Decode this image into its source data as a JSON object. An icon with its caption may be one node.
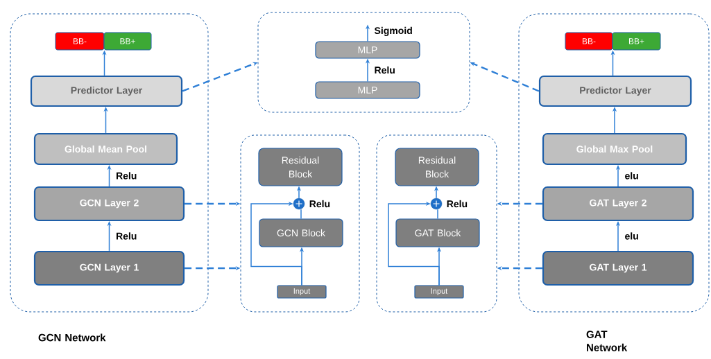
{
  "diagram": {
    "nodes": [
      {
        "text": [
          "GCN Network"
        ]
      },
      {
        "text": [
          "BB-"
        ],
        "in": 0
      },
      {
        "text": [
          "BB+"
        ],
        "in": 0
      },
      {
        "text": [
          "Predictor Layer"
        ],
        "in": 0
      },
      {
        "text": [
          "Global Mean Pool"
        ],
        "in": 0
      },
      {
        "text": [
          "GCN Layer 2"
        ],
        "in": 0
      },
      {
        "text": [
          "GCN Layer 1"
        ],
        "in": 0
      },
      {
        "text": [],
        "shape": "box"
      },
      {
        "text": [
          "MLP"
        ],
        "in": 7
      },
      {
        "text": [
          "MLP"
        ],
        "in": 7
      },
      {
        "text": [],
        "shape": "box"
      },
      {
        "text": [
          "Residual Block"
        ],
        "in": 10
      },
      {
        "text": [],
        "shape": "circle",
        "in": 10,
        "beside": [
          "Relu"
        ]
      },
      {
        "text": [
          "GCN Block"
        ],
        "in": 10
      },
      {
        "text": [
          "Input"
        ],
        "in": 10
      },
      {
        "text": [],
        "shape": "box"
      },
      {
        "text": [
          "Residual Block"
        ],
        "in": 15
      },
      {
        "text": [],
        "shape": "circle",
        "in": 15,
        "beside": [
          "Relu"
        ]
      },
      {
        "text": [
          "GAT Block"
        ],
        "in": 15
      },
      {
        "text": [
          "Input"
        ],
        "in": 15
      },
      {
        "text": [
          "GAT Network"
        ]
      },
      {
        "text": [
          "BB-"
        ],
        "in": 20
      },
      {
        "text": [
          "BB+"
        ],
        "in": 20
      },
      {
        "text": [
          "Predictor Layer"
        ],
        "in": 20
      },
      {
        "text": [
          "Global Max Pool"
        ],
        "in": 20
      },
      {
        "text": [
          "GAT Layer 2"
        ],
        "in": 20
      },
      {
        "text": [
          "GAT Layer 1"
        ],
        "in": 20
      }
    ],
    "edges": [
      {
        "from": 3,
        "to": 1,
        "arrow": "to"
      },
      {
        "from": 4,
        "to": 3,
        "arrow": "to"
      },
      {
        "from": 5,
        "to": 4,
        "arrow": "to",
        "label": "Relu"
      },
      {
        "from": 6,
        "to": 5,
        "arrow": "to",
        "label": "Relu"
      },
      {
        "from": 3,
        "to": 7,
        "arrow": "to",
        "style": "dashed"
      },
      {
        "from": 5,
        "to": 10,
        "arrow": "to",
        "style": "dashed"
      },
      {
        "from": 6,
        "to": 10,
        "arrow": "to",
        "style": "dashed"
      },
      {
        "from": 9,
        "to": 8,
        "arrow": "to",
        "label": "Relu"
      },
      {
        "from": 8,
        "to": null,
        "arrow": "to",
        "label": "Sigmoid"
      },
      {
        "from": 14,
        "to": 13,
        "arrow": "to"
      },
      {
        "from": 13,
        "to": 12,
        "arrow": "none"
      },
      {
        "from": 12,
        "to": 11,
        "arrow": "to"
      },
      {
        "from": 14,
        "to": 12,
        "arrow": "to"
      },
      {
        "from": 19,
        "to": 18,
        "arrow": "to"
      },
      {
        "from": 18,
        "to": 17,
        "arrow": "none"
      },
      {
        "from": 17,
        "to": 16,
        "arrow": "to"
      },
      {
        "from": 19,
        "to": 17,
        "arrow": "to"
      },
      {
        "from": 23,
        "to": 21,
        "arrow": "to"
      },
      {
        "from": 24,
        "to": 23,
        "arrow": "to"
      },
      {
        "from": 25,
        "to": 24,
        "arrow": "to",
        "label": "elu"
      },
      {
        "from": 26,
        "to": 25,
        "arrow": "to",
        "label": "elu"
      },
      {
        "from": 23,
        "to": 7,
        "arrow": "to",
        "style": "dashed"
      },
      {
        "from": 25,
        "to": 15,
        "arrow": "to",
        "style": "dashed"
      },
      {
        "from": 26,
        "to": 15,
        "arrow": "to",
        "style": "dashed"
      }
    ]
  }
}
